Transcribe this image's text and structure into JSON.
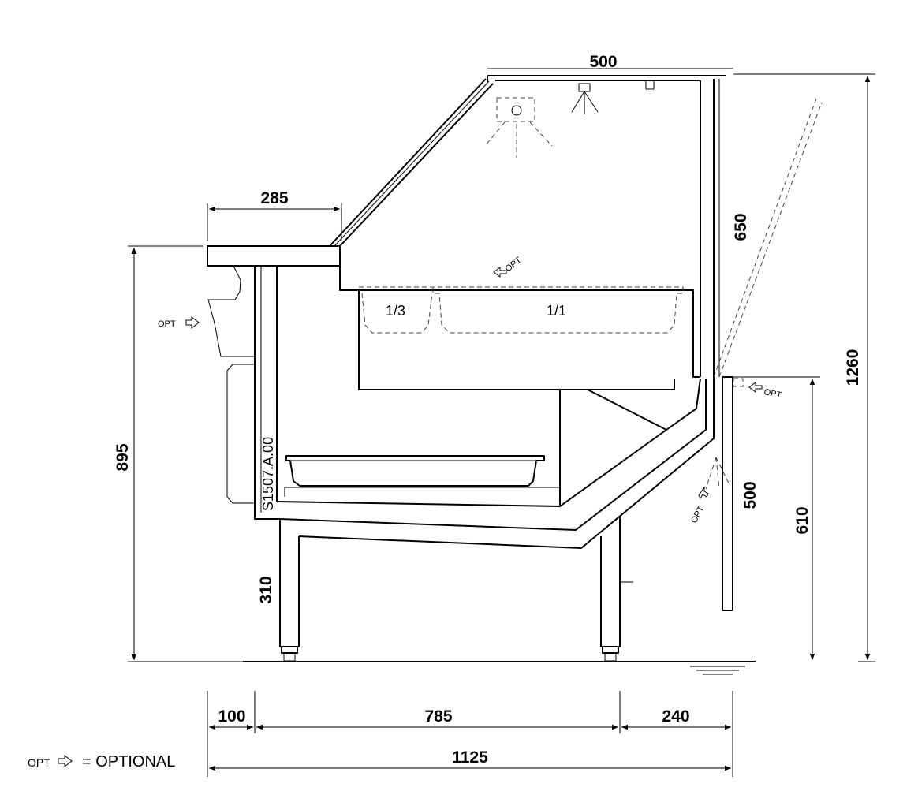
{
  "model_code": "S1507.A.00",
  "dimensions": {
    "top_depth": "500",
    "shelf_depth": "285",
    "canopy_height": "650",
    "total_height": "1260",
    "counter_height": "895",
    "base_height": "310",
    "rear_panel": "500",
    "rear_height": "610",
    "front_offset": "100",
    "base_width": "785",
    "rear_offset": "240",
    "total_depth": "1125"
  },
  "containers": {
    "left": "1/3",
    "right": "1/1"
  },
  "optional_marker": "OPT",
  "legend": {
    "marker": "OPT",
    "text": "= OPTIONAL"
  }
}
